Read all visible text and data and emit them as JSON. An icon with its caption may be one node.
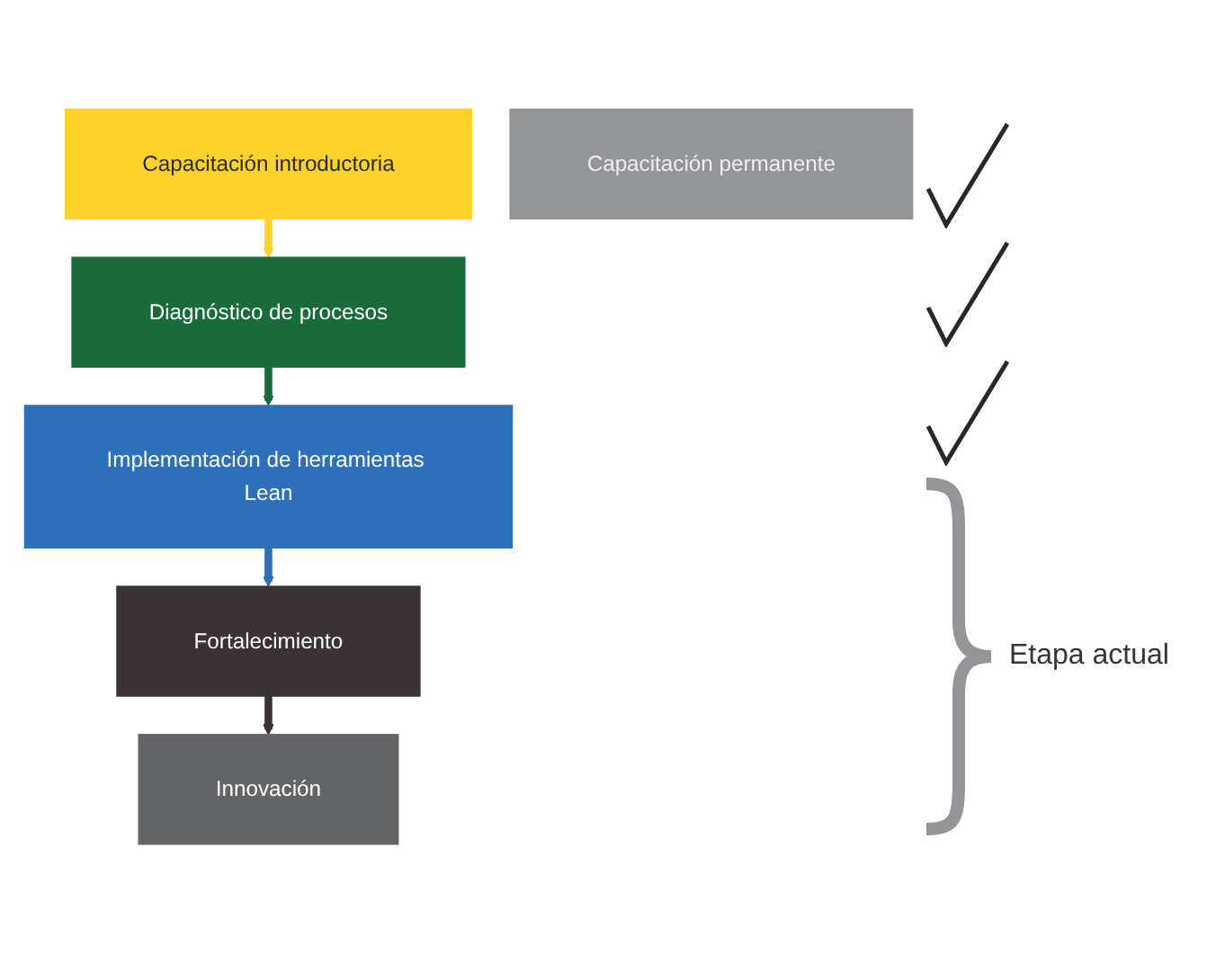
{
  "diagram": {
    "nodes": [
      {
        "text": [
          "Capacitación introductoria"
        ]
      },
      {
        "text": [
          "Diagnóstico de procesos"
        ]
      },
      {
        "text": [
          "Implementación de herramientas Lean"
        ]
      },
      {
        "text": [
          "Fortalecimiento"
        ]
      },
      {
        "text": [
          "Innovación"
        ]
      },
      {
        "text": [
          "Capacitación permanente"
        ]
      }
    ],
    "edges": [
      {
        "from": 0,
        "to": 1,
        "arrow": "to",
        "color": "#fdd22b"
      },
      {
        "from": 1,
        "to": 2,
        "arrow": "to",
        "color": "#1a6b3a"
      },
      {
        "from": 2,
        "to": 3,
        "arrow": "to",
        "color": "#2d6fba"
      },
      {
        "from": 3,
        "to": 4,
        "arrow": "to",
        "color": "#3a3234"
      }
    ],
    "labels": [
      "Etapa actual"
    ]
  }
}
